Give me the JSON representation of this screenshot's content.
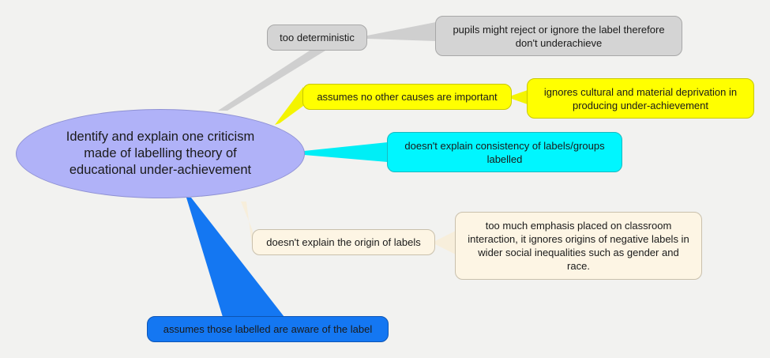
{
  "root": {
    "text": "Identify and explain one criticism made of labelling theory of educational under-achievement"
  },
  "branches": [
    {
      "label": "too deterministic",
      "detail": "pupils might reject or ignore the label therefore don't underachieve",
      "color": "#d4d4d4"
    },
    {
      "label": "assumes no other causes are important",
      "detail": "ignores cultural and material deprivation in producing under-achievement",
      "color": "#ffff00"
    },
    {
      "label": "doesn't explain consistency of labels/groups labelled",
      "color": "#00f6ff"
    },
    {
      "label": "doesn't explain the origin of labels",
      "detail": "too much emphasis placed on classroom interaction, it ignores origins of negative labels in wider social inequalities such as gender and race.",
      "color": "#fdf5e4"
    },
    {
      "label": "assumes those labelled are aware of the label",
      "color": "#1477f2"
    }
  ]
}
